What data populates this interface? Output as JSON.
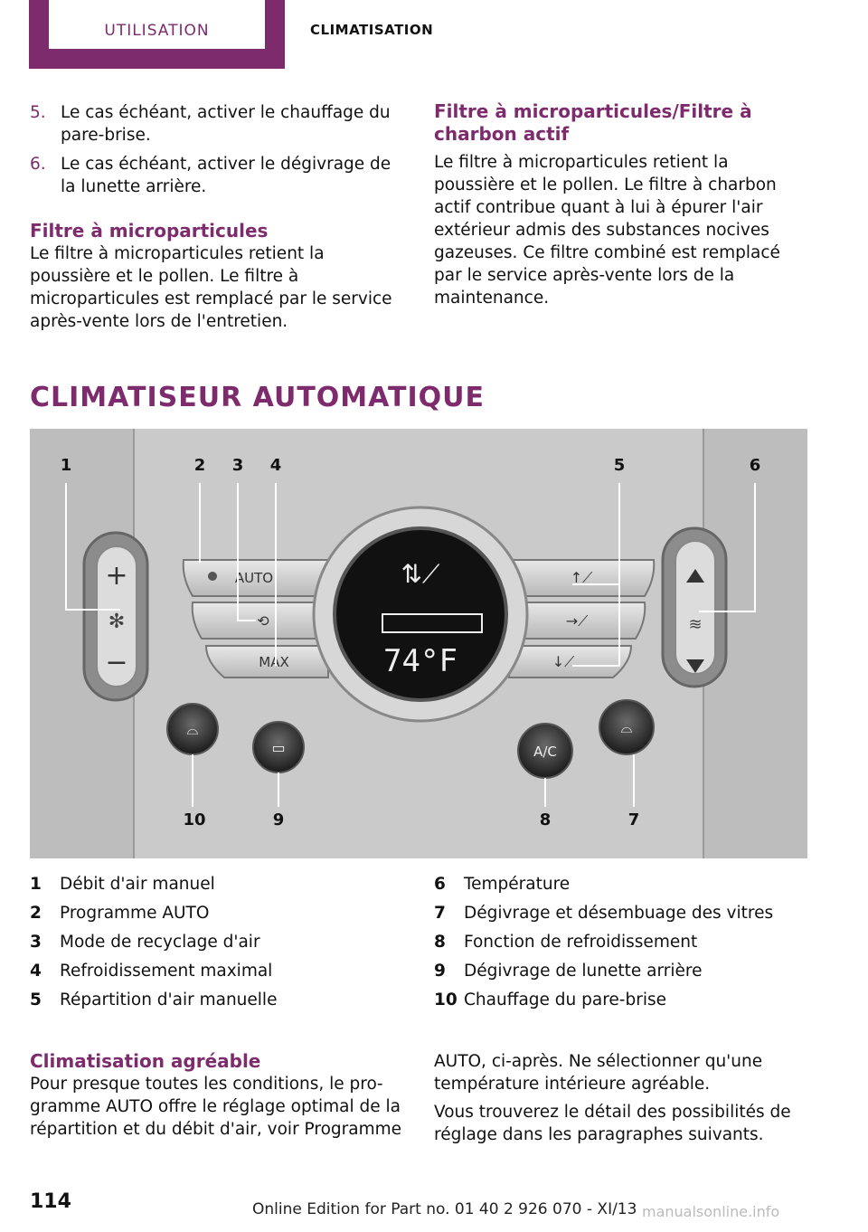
{
  "header": {
    "section_tab": "Utilisation",
    "chapter_tab": "Climatisation"
  },
  "steps": [
    {
      "num": "5.",
      "text": "Le cas échéant, activer le chauffage du pare-brise."
    },
    {
      "num": "6.",
      "text": "Le cas échéant, activer le dégivrage de la lunette arrière."
    }
  ],
  "filter_micro": {
    "title": "Filtre à microparticules",
    "text": "Le filtre à microparticules retient la poussière et le pollen. Le filtre à microparticules est rem­placé par le service après-vente lors de l'entre­tien."
  },
  "filter_charcoal": {
    "title": "Filtre à microparticules/Filtre à charbon actif",
    "text": "Le filtre à microparticules retient la poussière et le pollen. Le filtre à charbon actif contribue quant à lui à épurer l'air extérieur admis des substances nocives gazeuses. Ce filtre combiné est remplacé par le service après-vente lors de la maintenance."
  },
  "main_heading": "Climatiseur automatique",
  "figure": {
    "callouts": [
      "1",
      "2",
      "3",
      "4",
      "5",
      "6",
      "7",
      "8",
      "9",
      "10"
    ],
    "buttons": {
      "auto": "AUTO",
      "max": "MAX",
      "ac": "A/C",
      "display_temp": "74°F"
    }
  },
  "legend_left": [
    {
      "num": "1",
      "text": "Débit d'air manuel"
    },
    {
      "num": "2",
      "text": "Programme AUTO"
    },
    {
      "num": "3",
      "text": "Mode de recyclage d'air"
    },
    {
      "num": "4",
      "text": "Refroidissement maximal"
    },
    {
      "num": "5",
      "text": "Répartition d'air manuelle"
    }
  ],
  "legend_right": [
    {
      "num": "6",
      "text": "Température"
    },
    {
      "num": "7",
      "text": "Dégivrage et désembuage des vitres"
    },
    {
      "num": "8",
      "text": "Fonction de refroidissement"
    },
    {
      "num": "9",
      "text": "Dégivrage de lunette arrière"
    },
    {
      "num": "10",
      "text": "Chauffage du pare-brise"
    }
  ],
  "comfort": {
    "title": "Climatisation agréable",
    "text_left": "Pour presque toutes les conditions, le pro­gramme AUTO offre le réglage optimal de la ré­partition et du débit d'air, voir Programme",
    "text_right_1": "AUTO, ci-après. Ne sélectionner qu'une tempé­rature intérieure agréable.",
    "text_right_2": "Vous trouverez le détail des possibilités de ré­glage dans les paragraphes suivants."
  },
  "footer": {
    "page_number": "114",
    "edition": "Online Edition for Part no. 01 40 2 926 070 - XI/13",
    "watermark": "manualsonline.info"
  }
}
